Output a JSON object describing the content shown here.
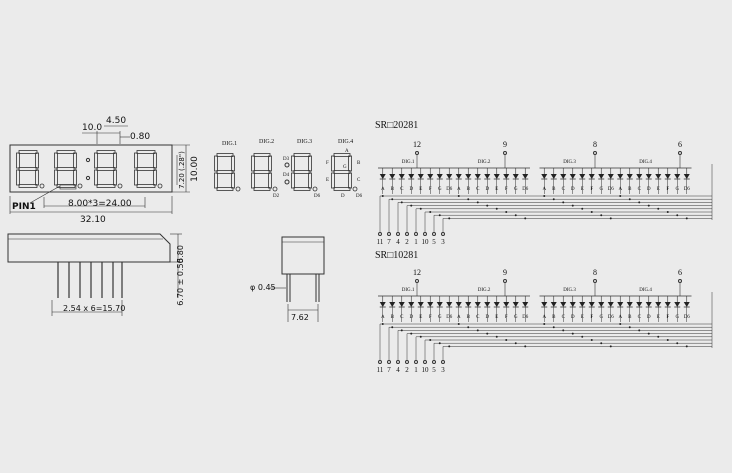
{
  "dimensions": {
    "pitch_label": "10.0",
    "digit_width_label": "4.50",
    "dot_label": "0.80",
    "digit_height_label": "10.00",
    "segment_height_label": "7.20 (.28\")",
    "pin1_label": "PIN1",
    "digit_spacing_label": "8.00*3=24.00",
    "total_width_label": "32.10",
    "body_height_label": "5.80",
    "pin_length_label": "6.70 ± 0.50",
    "pin_pitch_label": "2.54 x 6=15.70",
    "pin_diameter_label": "φ 0.45",
    "pin_row_label": "7.62"
  },
  "digit_labels": [
    "DIG.1",
    "DIG.2",
    "DIG.3",
    "DIG.4"
  ],
  "center_segment_labels": {
    "d3": "D3",
    "d4": "D4",
    "d2": "D2",
    "d6": "D6"
  },
  "seg4_labels": {
    "a": "A",
    "f": "F",
    "g": "G",
    "b": "B",
    "e": "E",
    "c": "C",
    "d": "D",
    "dp": "D6"
  },
  "schematics": [
    {
      "part": "SR□20281",
      "common_pins": [
        "12",
        "9",
        "8",
        "6"
      ],
      "digits": [
        "DIG.1",
        "DIG.2",
        "DIG.3",
        "DIG.4"
      ],
      "segments": [
        "A",
        "B",
        "C",
        "D",
        "E",
        "F",
        "G",
        "D6"
      ],
      "bottom_pins": [
        "11",
        "7",
        "4",
        "2",
        "1",
        "10",
        "5",
        "3"
      ]
    },
    {
      "part": "SR□10281",
      "common_pins": [
        "12",
        "9",
        "8",
        "6"
      ],
      "digits": [
        "DIG.1",
        "DIG.2",
        "DIG.3",
        "DIG.4"
      ],
      "segments": [
        "A",
        "B",
        "C",
        "D",
        "E",
        "F",
        "G",
        "D6"
      ],
      "bottom_pins": [
        "11",
        "7",
        "4",
        "2",
        "1",
        "10",
        "5",
        "3"
      ]
    }
  ]
}
